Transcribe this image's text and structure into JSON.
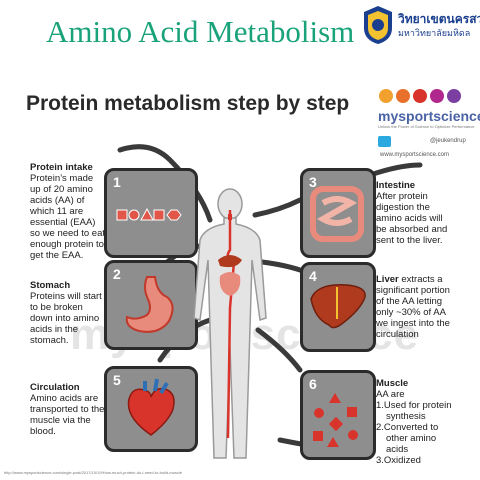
{
  "header": {
    "title": "Amino Acid Metabolism",
    "university_thai": "วิทยาเขตนครสวรรค์",
    "university_en": "มหาวิทยาลัยมหิดล"
  },
  "heading": "Protein metabolism step by step",
  "brand": {
    "name": "mysportscience",
    "tagline": "Unlock the Power of Science to Optimize Performance",
    "handle": "@jeukendrup",
    "website": "www.mysportscience.com",
    "dot_colors": [
      "#f2a12e",
      "#e8702a",
      "#d9342b",
      "#b0288d",
      "#7a3fa0"
    ]
  },
  "watermark": "mysportscience",
  "steps": [
    {
      "number": "1",
      "title": "Protein intake",
      "text": "Protein’s made up of 20 amino acids (AA) of which 11 are essential (EAA) so we need to eat enough protein to get the EAA."
    },
    {
      "number": "2",
      "title": "Stomach",
      "text": "Proteins will start to be broken down into amino acids in the stomach."
    },
    {
      "number": "3",
      "title": "Intestine",
      "text": "After protein digestion the amino acids will be absorbed and sent to the liver."
    },
    {
      "number": "4",
      "title": "Liver",
      "text": "extracts a significant portion of the AA letting only ~30% of AA we ingest into the circulation"
    },
    {
      "number": "5",
      "title": "Circulation",
      "text": "Amino acids are transported to the muscle via the blood."
    },
    {
      "number": "6",
      "title": "Muscle",
      "text": "AA are",
      "list": [
        "1.Used for protein synthesis",
        "2.Converted to other amino acids",
        "3.Oxidized"
      ]
    }
  ],
  "footer_url": "http://www.mysportscience.com/single-post/2017/10/19/How-much-protein-do-i-need-to-build-muscle",
  "colors": {
    "title": "#1aa37a",
    "box_fill": "#8e8e8e",
    "box_border": "#2b2b2b",
    "organ": "#e0574a",
    "brand": "#4a63a6"
  }
}
